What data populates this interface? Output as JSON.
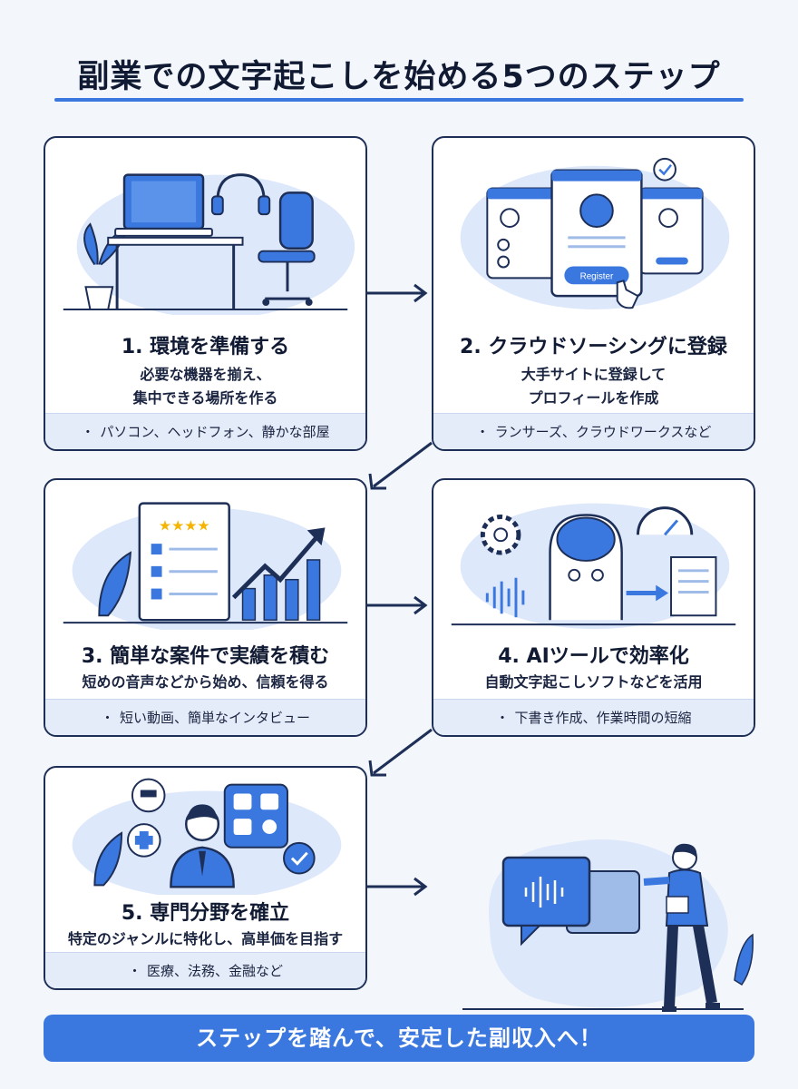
{
  "title": "副業での文字起こしを始める5つのステップ",
  "steps": [
    {
      "title": "1. 環境を準備する",
      "desc1": "必要な機器を揃え、",
      "desc2": "集中できる場所を作る",
      "note": "パソコン、ヘッドフォン、静かな部屋"
    },
    {
      "title": "2. クラウドソーシングに登録",
      "desc1": "大手サイトに登録して",
      "desc2": "プロフィールを作成",
      "note": "ランサーズ、クラウドワークスなど",
      "register_label": "Register"
    },
    {
      "title": "3. 簡単な案件で実績を積む",
      "desc1": "短めの音声などから始め、信頼を得る",
      "note": "短い動画、簡単なインタビュー"
    },
    {
      "title": "4. AIツールで効率化",
      "desc1": "自動文字起こしソフトなどを活用",
      "note": "下書き作成、作業時間の短縮"
    },
    {
      "title": "5. 専門分野を確立",
      "desc1": "特定のジャンルに特化し、高単価を目指す",
      "note": "医療、法務、金融など"
    }
  ],
  "bullet": "・",
  "footer": "ステップを踏んで、安定した副収入へ！",
  "colors": {
    "accent": "#3a78e0",
    "navy": "#1e2f57",
    "light": "#e4ecfa"
  }
}
